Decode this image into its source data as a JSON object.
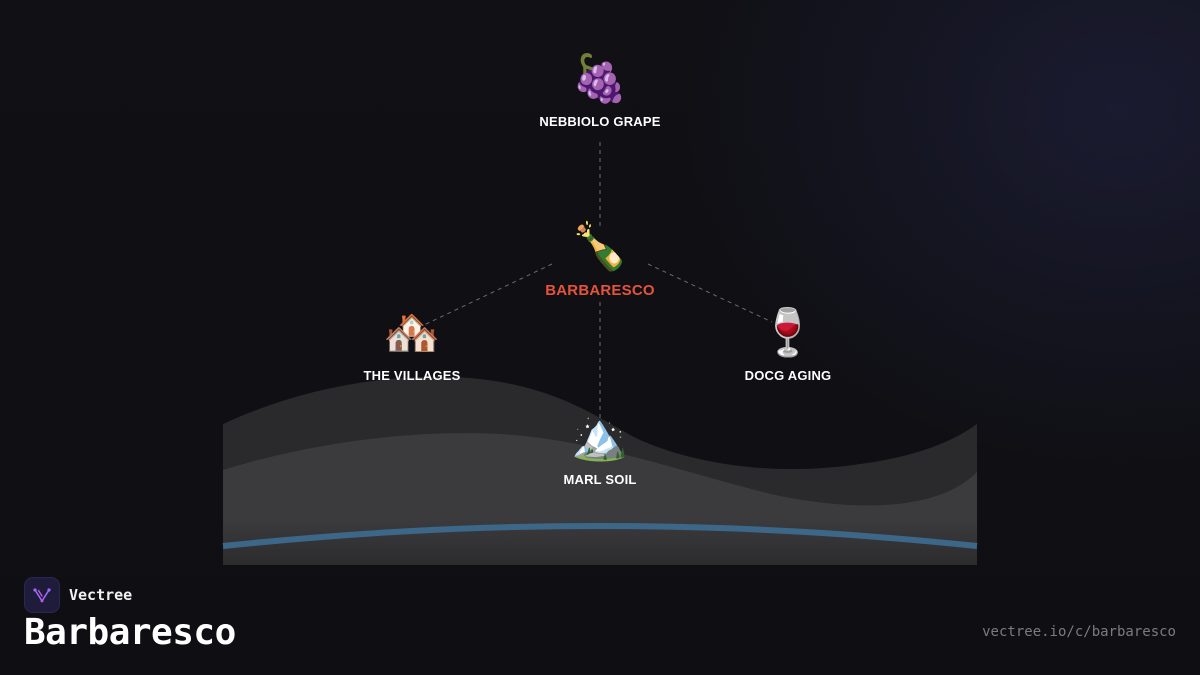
{
  "diagram": {
    "center": {
      "label": "BARBARESCO",
      "icon": "champagne-bottle-icon",
      "glyph": "🍾"
    },
    "nodes": [
      {
        "id": "grape",
        "label": "NEBBIOLO GRAPE",
        "icon": "grapes-icon",
        "glyph": "🍇"
      },
      {
        "id": "villages",
        "label": "THE VILLAGES",
        "icon": "houses-icon",
        "glyph": "🏘️"
      },
      {
        "id": "aging",
        "label": "DOCG AGING",
        "icon": "wine-glass-icon",
        "glyph": "🍷"
      },
      {
        "id": "soil",
        "label": "MARL SOIL",
        "icon": "mountain-icon",
        "glyph": "🏔️"
      }
    ],
    "colors": {
      "center_label": "#e5533d",
      "hill_back": "#2a2a2c",
      "hill_front": "#3a3a3c",
      "river": "#3c6788",
      "connector": "#6a6a72"
    }
  },
  "footer": {
    "brand": "Vectree",
    "brand_icon": "vectree-logo-icon",
    "title": "Barbaresco",
    "url": "vectree.io/c/barbaresco"
  }
}
